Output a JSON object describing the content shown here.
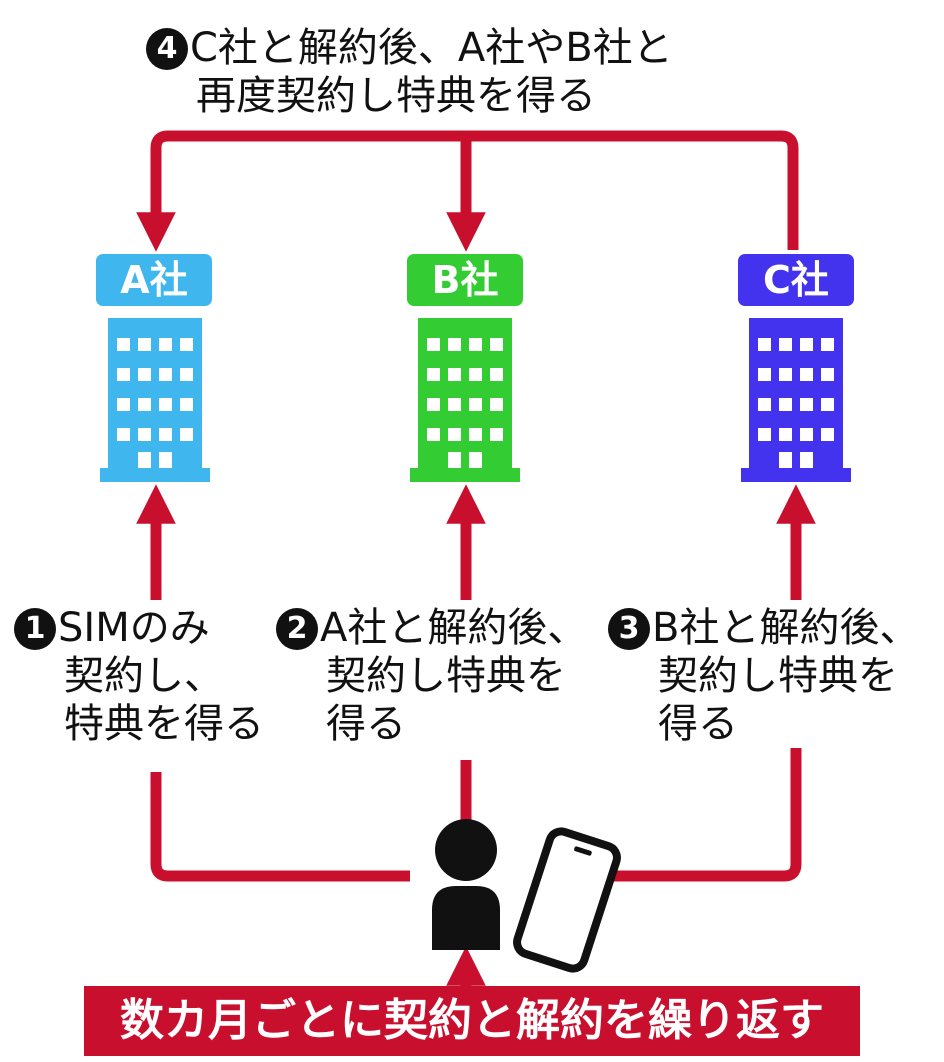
{
  "top_note": {
    "number": "4",
    "line1": "C社と解約後、A社やB社と",
    "line2": "再度契約し特典を得る"
  },
  "companies": [
    {
      "label": "A社",
      "color": "#3fb6ee"
    },
    {
      "label": "B社",
      "color": "#33cc33"
    },
    {
      "label": "C社",
      "color": "#4433ee"
    }
  ],
  "steps": [
    {
      "number": "1",
      "lines": [
        "SIMのみ",
        "契約し、",
        "特典を得る"
      ]
    },
    {
      "number": "2",
      "lines": [
        "A社と解約後、",
        "契約し特典を",
        "得る"
      ]
    },
    {
      "number": "3",
      "lines": [
        "B社と解約後、",
        "契約し特典を",
        "得る"
      ]
    }
  ],
  "footer": "数カ月ごとに契約と解約を繰り返す",
  "arrow_color": "#c8102e",
  "icons": [
    "building-icon",
    "person-icon",
    "smartphone-icon"
  ]
}
